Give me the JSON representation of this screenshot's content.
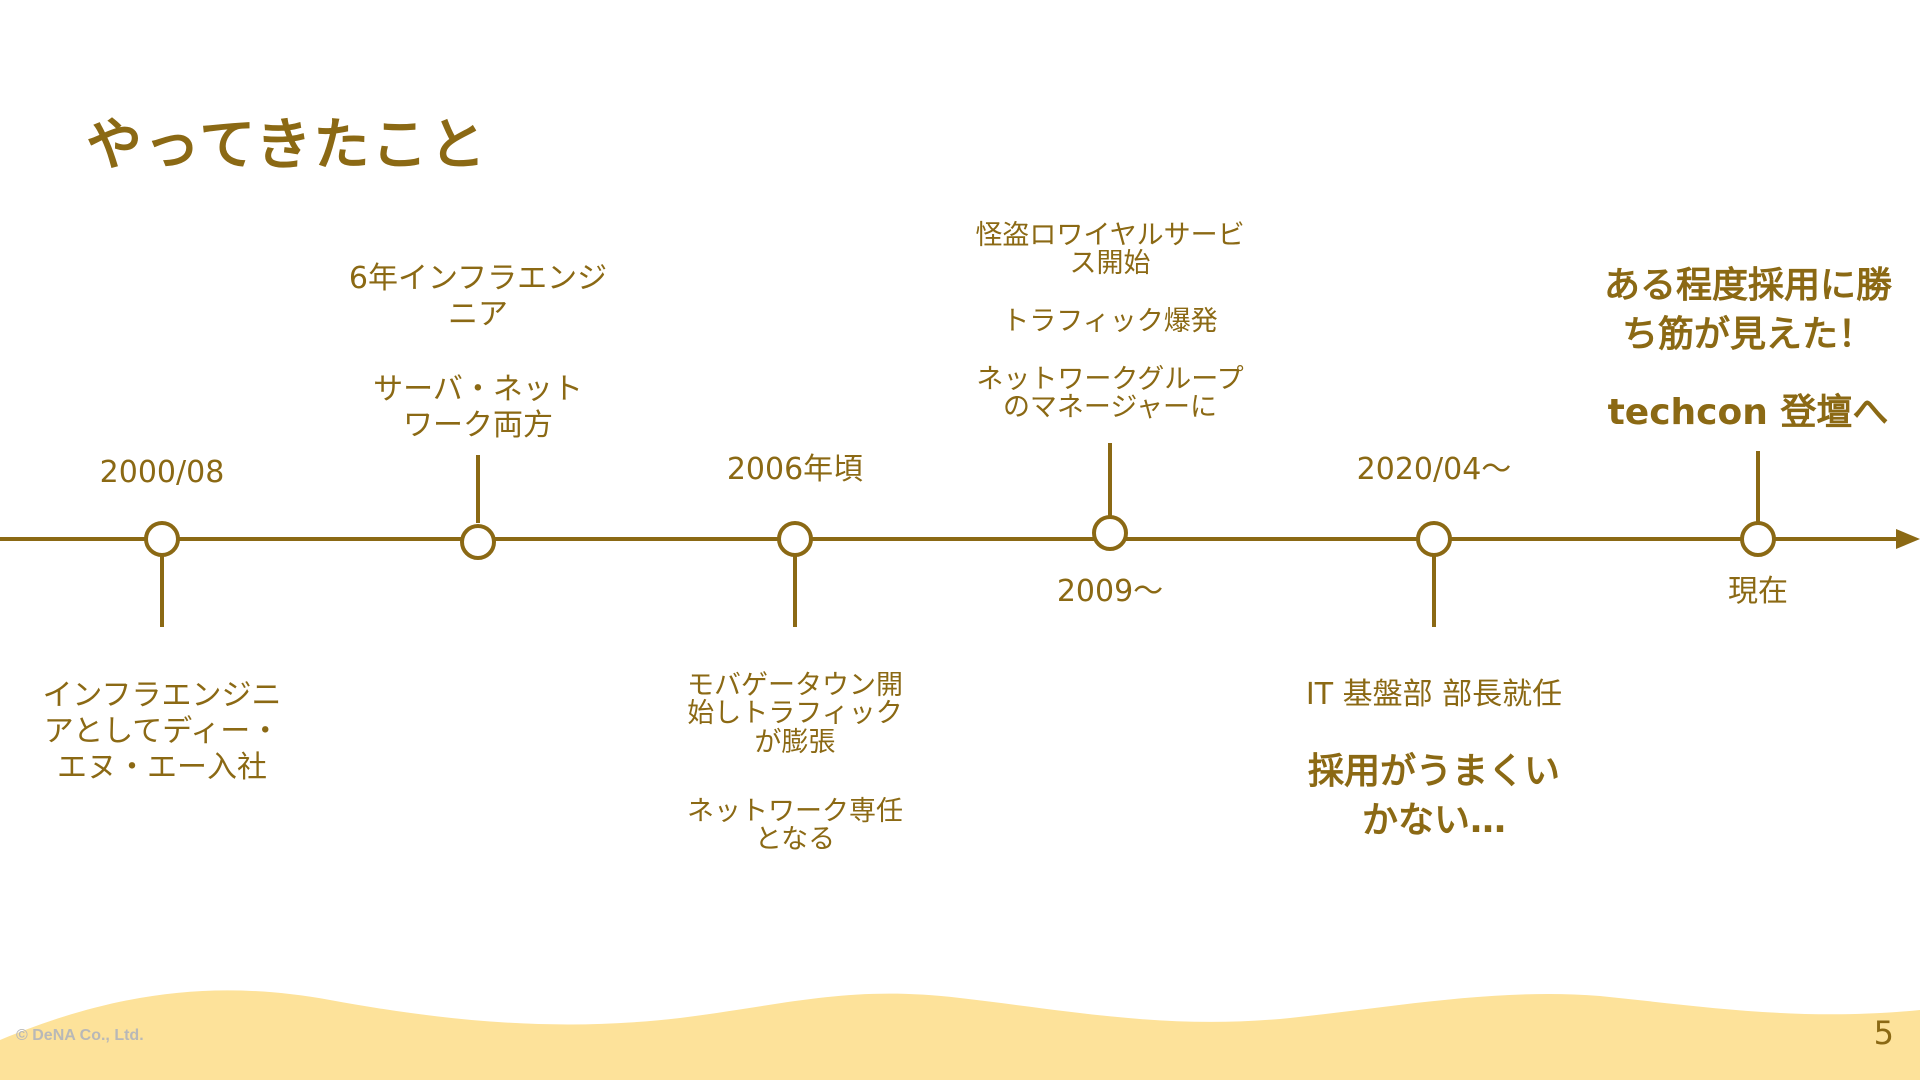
{
  "slide": {
    "title": "やってきたこと",
    "page_number": "5",
    "copyright": "© DeNA Co., Ltd."
  },
  "timeline": {
    "events": [
      {
        "date": "2000/08",
        "texts": [
          "インフラエンジニ\nアとしてディー・\nエヌ・エー入社"
        ]
      },
      {
        "date": "",
        "texts": [
          "6年インフラエンジ\nニア",
          "サーバ・ネット\nワーク両方"
        ]
      },
      {
        "date": "2006年頃",
        "texts": [
          "モバゲータウン開\n始しトラフィック\nが膨張",
          "ネットワーク専任\nとなる"
        ]
      },
      {
        "date": "2009〜",
        "texts": [
          "怪盗ロワイヤルサービ\nス開始",
          "トラフィック爆発",
          "ネットワークグループ\nのマネージャーに"
        ]
      },
      {
        "date": "2020/04〜",
        "texts": [
          "IT 基盤部 部長就任",
          "採用がうまくい\nかない…"
        ]
      },
      {
        "date": "現在",
        "texts": [
          "ある程度採用に勝\nち筋が見えた！",
          "techcon 登壇へ"
        ]
      }
    ]
  },
  "colors": {
    "accent": "#8b6914",
    "wave": "#fde29a",
    "copyright": "#b8b8b8"
  }
}
